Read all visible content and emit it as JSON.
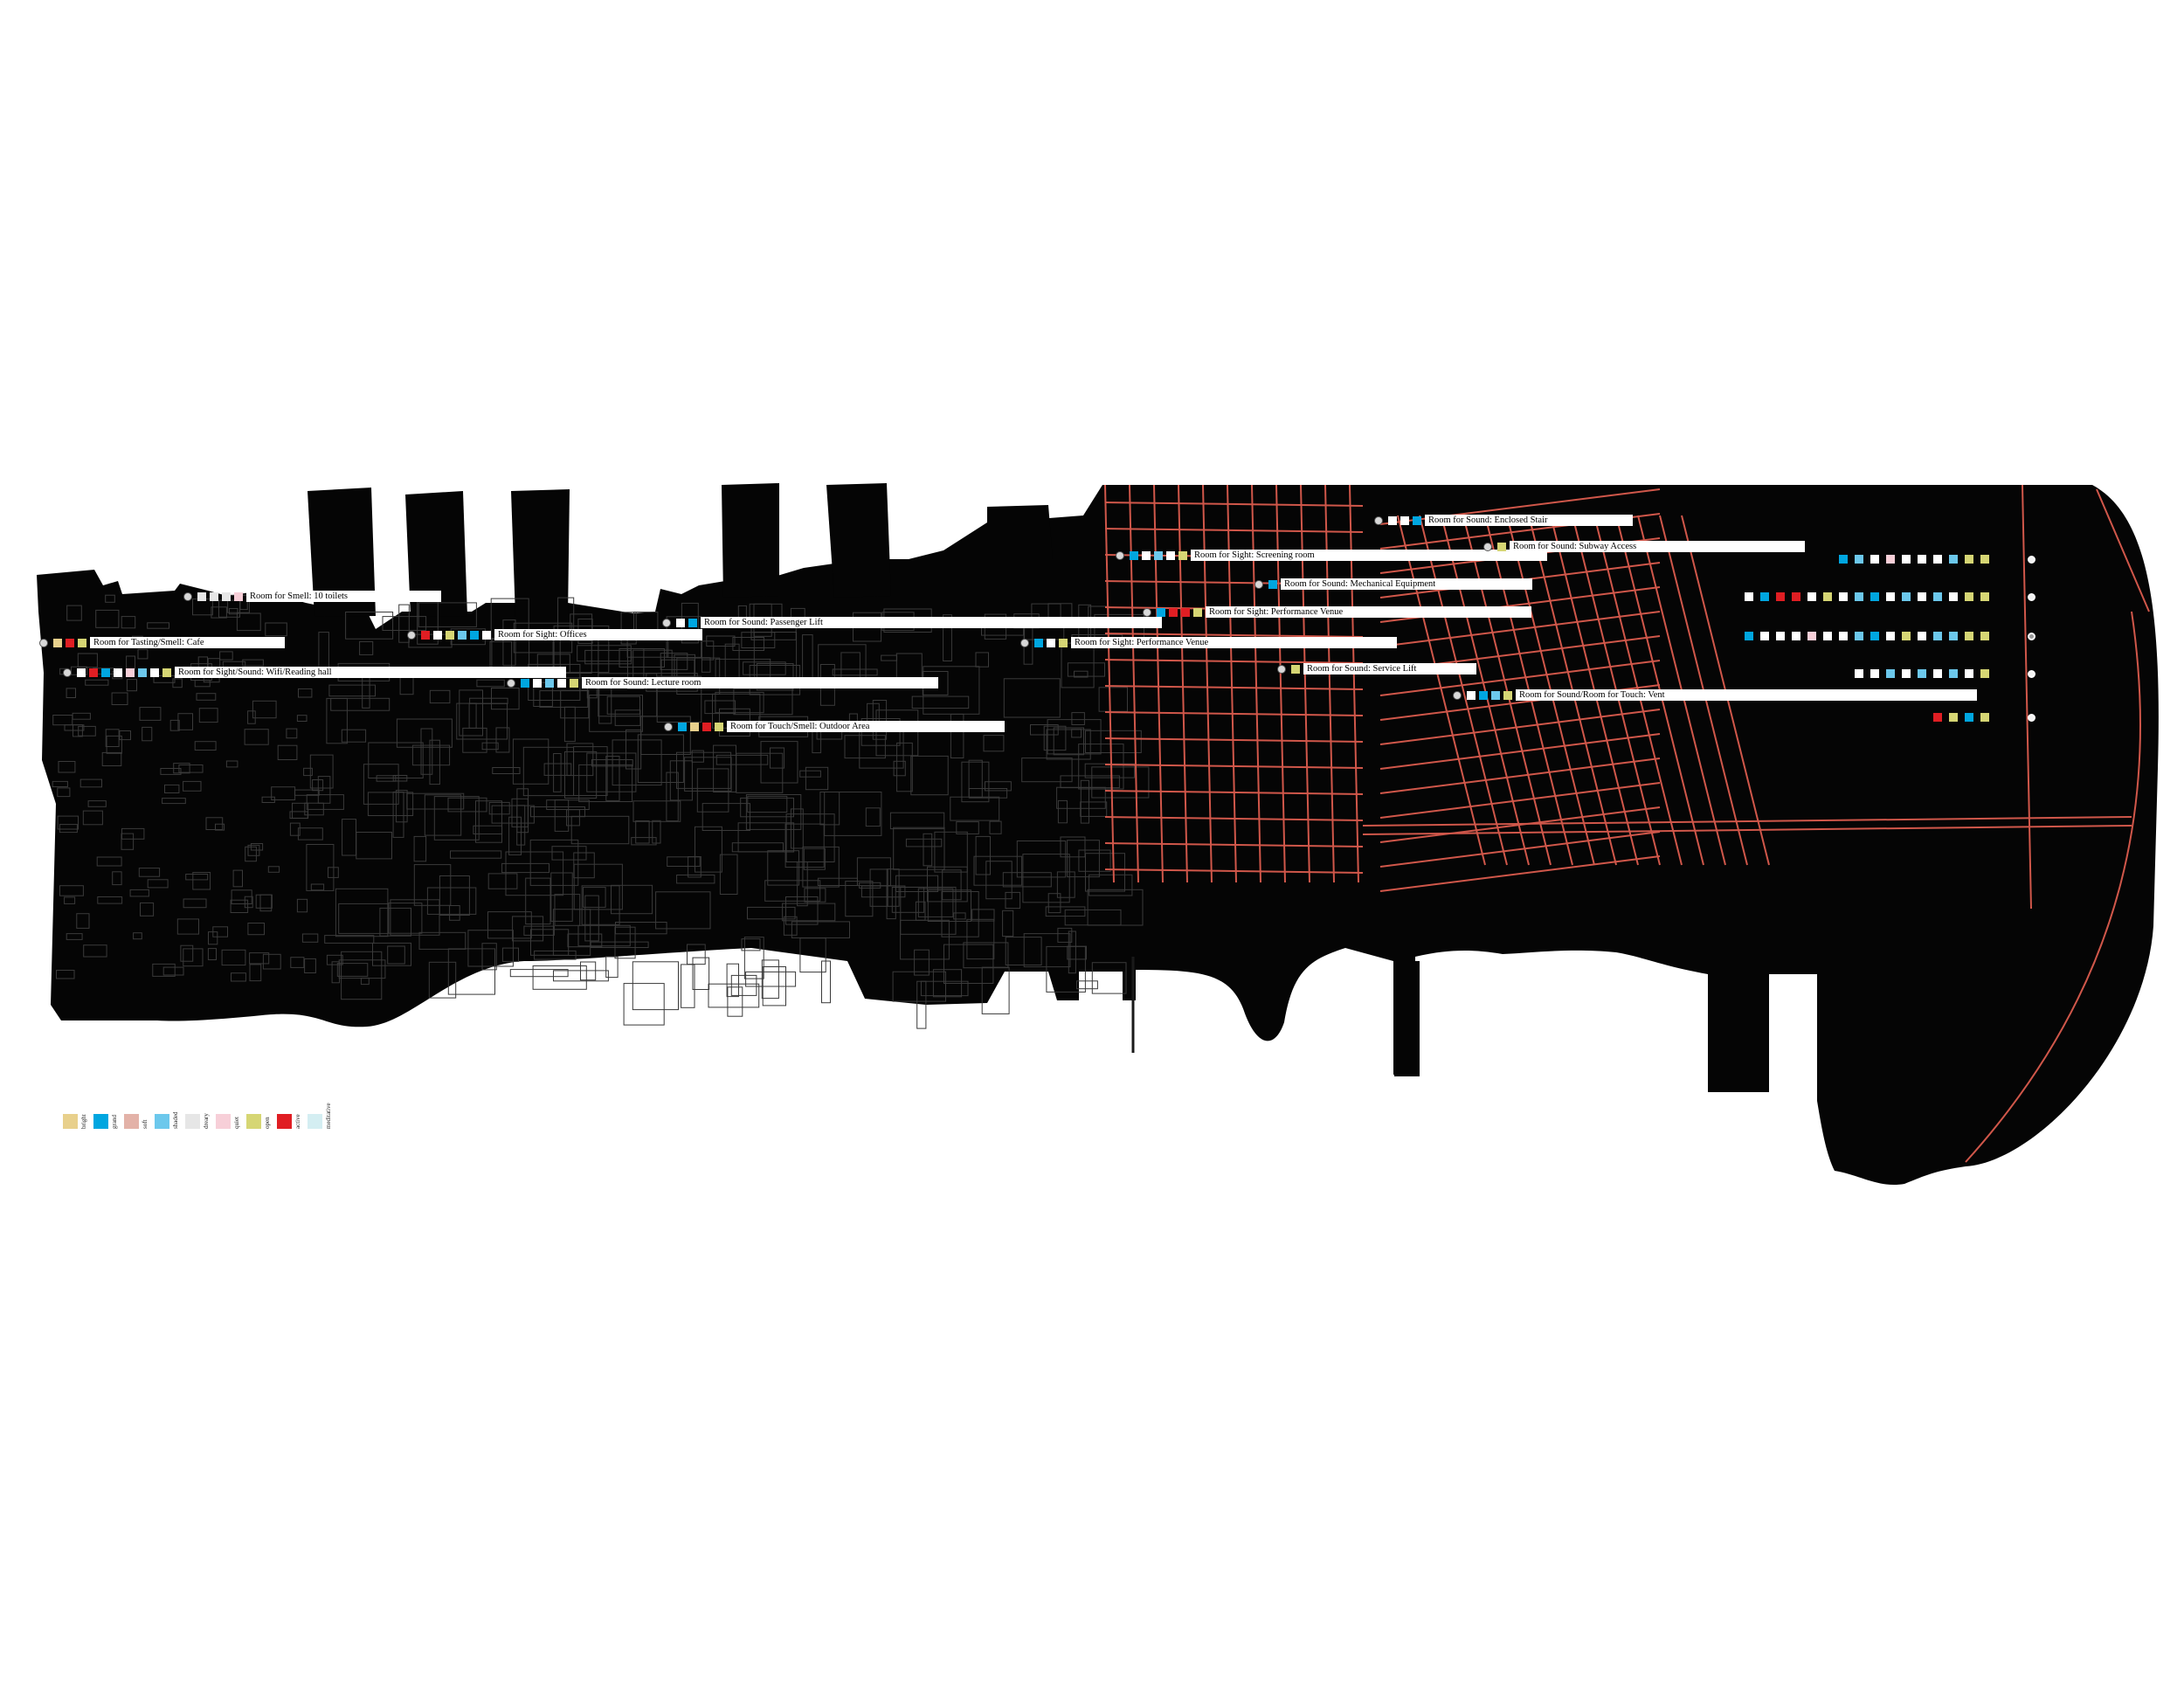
{
  "palette": {
    "bright": "#e8d08c",
    "grand": "#00a6e0",
    "soft": "#e3b2a8",
    "shaded": "#6cc8ec",
    "dreary": "#e6e6e6",
    "quiet": "#f7cfd8",
    "open": "#d6d674",
    "active": "#e01e23",
    "meditative": "#d4eef2",
    "white": "#ffffff"
  },
  "legend": [
    {
      "key": "bright",
      "label": "bright"
    },
    {
      "key": "grand",
      "label": "grand"
    },
    {
      "key": "soft",
      "label": "soft"
    },
    {
      "key": "shaded",
      "label": "shaded"
    },
    {
      "key": "dreary",
      "label": "dreary"
    },
    {
      "key": "quiet",
      "label": "quiet"
    },
    {
      "key": "open",
      "label": "open"
    },
    {
      "key": "active",
      "label": "active"
    },
    {
      "key": "meditative",
      "label": "meditative"
    }
  ],
  "rooms": [
    {
      "id": "smell-toilets",
      "label": "Room for Smell: 10 toilets",
      "swatches": [
        "dreary",
        "dreary",
        "dreary",
        "quiet"
      ]
    },
    {
      "id": "tasting-cafe",
      "label": "Room for Tasting/Smell: Cafe",
      "swatches": [
        "bright",
        "active",
        "open"
      ]
    },
    {
      "id": "sight-sound-wifi",
      "label": "Room for Sight/Sound: Wifi/Reading hall",
      "swatches": [
        "white",
        "active",
        "grand",
        "white",
        "quiet",
        "shaded",
        "white",
        "open"
      ]
    },
    {
      "id": "sight-offices",
      "label": "Room for Sight: Offices",
      "swatches": [
        "active",
        "white",
        "open",
        "shaded",
        "grand",
        "white"
      ]
    },
    {
      "id": "sound-lecture",
      "label": "Room for Sound: Lecture room",
      "swatches": [
        "grand",
        "white",
        "shaded",
        "white",
        "open"
      ]
    },
    {
      "id": "sound-passenger-lift",
      "label": "Room for Sound: Passenger Lift",
      "swatches": [
        "white",
        "grand"
      ]
    },
    {
      "id": "touch-smell-outdoor",
      "label": "Room for Touch/Smell: Outdoor Area",
      "swatches": [
        "grand",
        "bright",
        "active",
        "open"
      ]
    },
    {
      "id": "sight-performance-1",
      "label": "Room for Sight: Performance Venue",
      "swatches": [
        "grand",
        "white",
        "open"
      ]
    },
    {
      "id": "sight-screening",
      "label": "Room for Sight: Screening room",
      "swatches": [
        "grand",
        "white",
        "shaded",
        "white",
        "open"
      ]
    },
    {
      "id": "sight-performance-2",
      "label": "Room for Sight: Performance Venue",
      "swatches": [
        "grand",
        "active",
        "active",
        "open"
      ]
    },
    {
      "id": "sound-mechanical",
      "label": "Room for Sound: Mechanical Equipment",
      "swatches": [
        "grand"
      ]
    },
    {
      "id": "sound-service-lift",
      "label": "Room for Sound: Service Lift",
      "swatches": [
        "open"
      ]
    },
    {
      "id": "sound-enclosed-stair",
      "label": "Room for Sound: Enclosed Stair",
      "swatches": [
        "white",
        "white",
        "grand"
      ]
    },
    {
      "id": "sound-subway",
      "label": "Room for Sound: Subway Access",
      "swatches": [
        "open"
      ]
    },
    {
      "id": "sound-touch-vent",
      "label": "Room for Sound/Room for Touch: Vent",
      "swatches": [
        "white",
        "grand",
        "shaded",
        "open"
      ]
    }
  ],
  "matrix": [
    {
      "swatches": [
        "grand",
        "shaded",
        "white",
        "quiet",
        "white",
        "white",
        "white",
        "shaded",
        "open",
        "open"
      ],
      "dot": "white"
    },
    {
      "swatches": [
        "white",
        "grand",
        "active",
        "active",
        "white",
        "open",
        "white",
        "shaded",
        "grand",
        "white",
        "shaded",
        "white",
        "shaded",
        "white",
        "open",
        "open"
      ],
      "dot": "white"
    },
    {
      "swatches": [
        "grand",
        "white",
        "white",
        "white",
        "quiet",
        "white",
        "white",
        "shaded",
        "grand",
        "white",
        "open",
        "white",
        "shaded",
        "shaded",
        "open",
        "open"
      ],
      "dot": "dreary"
    },
    {
      "swatches": [
        "white",
        "white",
        "shaded",
        "white",
        "shaded",
        "white",
        "shaded",
        "white",
        "open"
      ],
      "dot": "white"
    },
    {
      "swatches": [
        "active",
        "open",
        "grand",
        "open"
      ],
      "dot": "white"
    }
  ]
}
